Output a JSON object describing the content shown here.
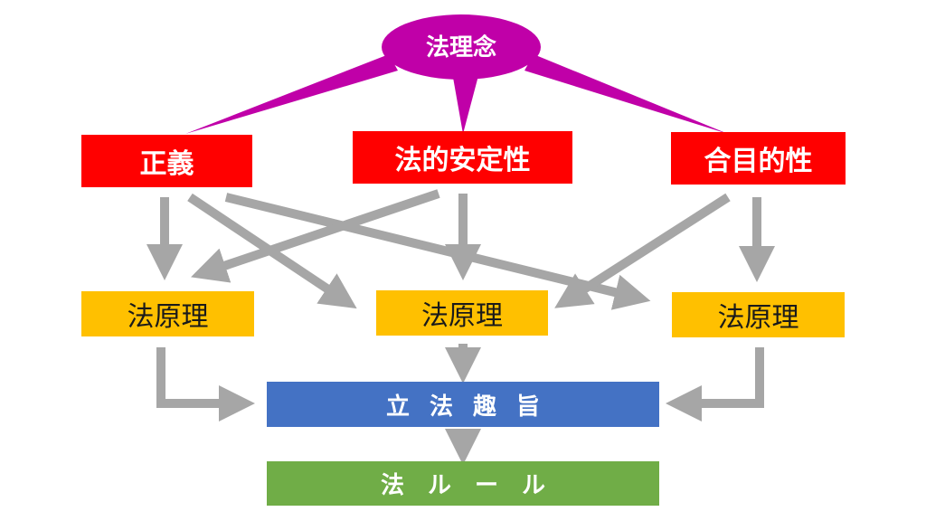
{
  "colors": {
    "idea": "#c000a8",
    "value": "#ff0000",
    "principle": "#ffc000",
    "purpose": "#4472c4",
    "rule": "#70ad47",
    "arrow": "#a6a6a6"
  },
  "top": {
    "label": "法理念"
  },
  "values": [
    {
      "label": "正義"
    },
    {
      "label": "法的安定性"
    },
    {
      "label": "合目的性"
    }
  ],
  "principles": [
    {
      "label": "法原理"
    },
    {
      "label": "法原理"
    },
    {
      "label": "法原理"
    }
  ],
  "purpose": {
    "label": "立法趣旨"
  },
  "rule": {
    "label": "法ルール"
  }
}
